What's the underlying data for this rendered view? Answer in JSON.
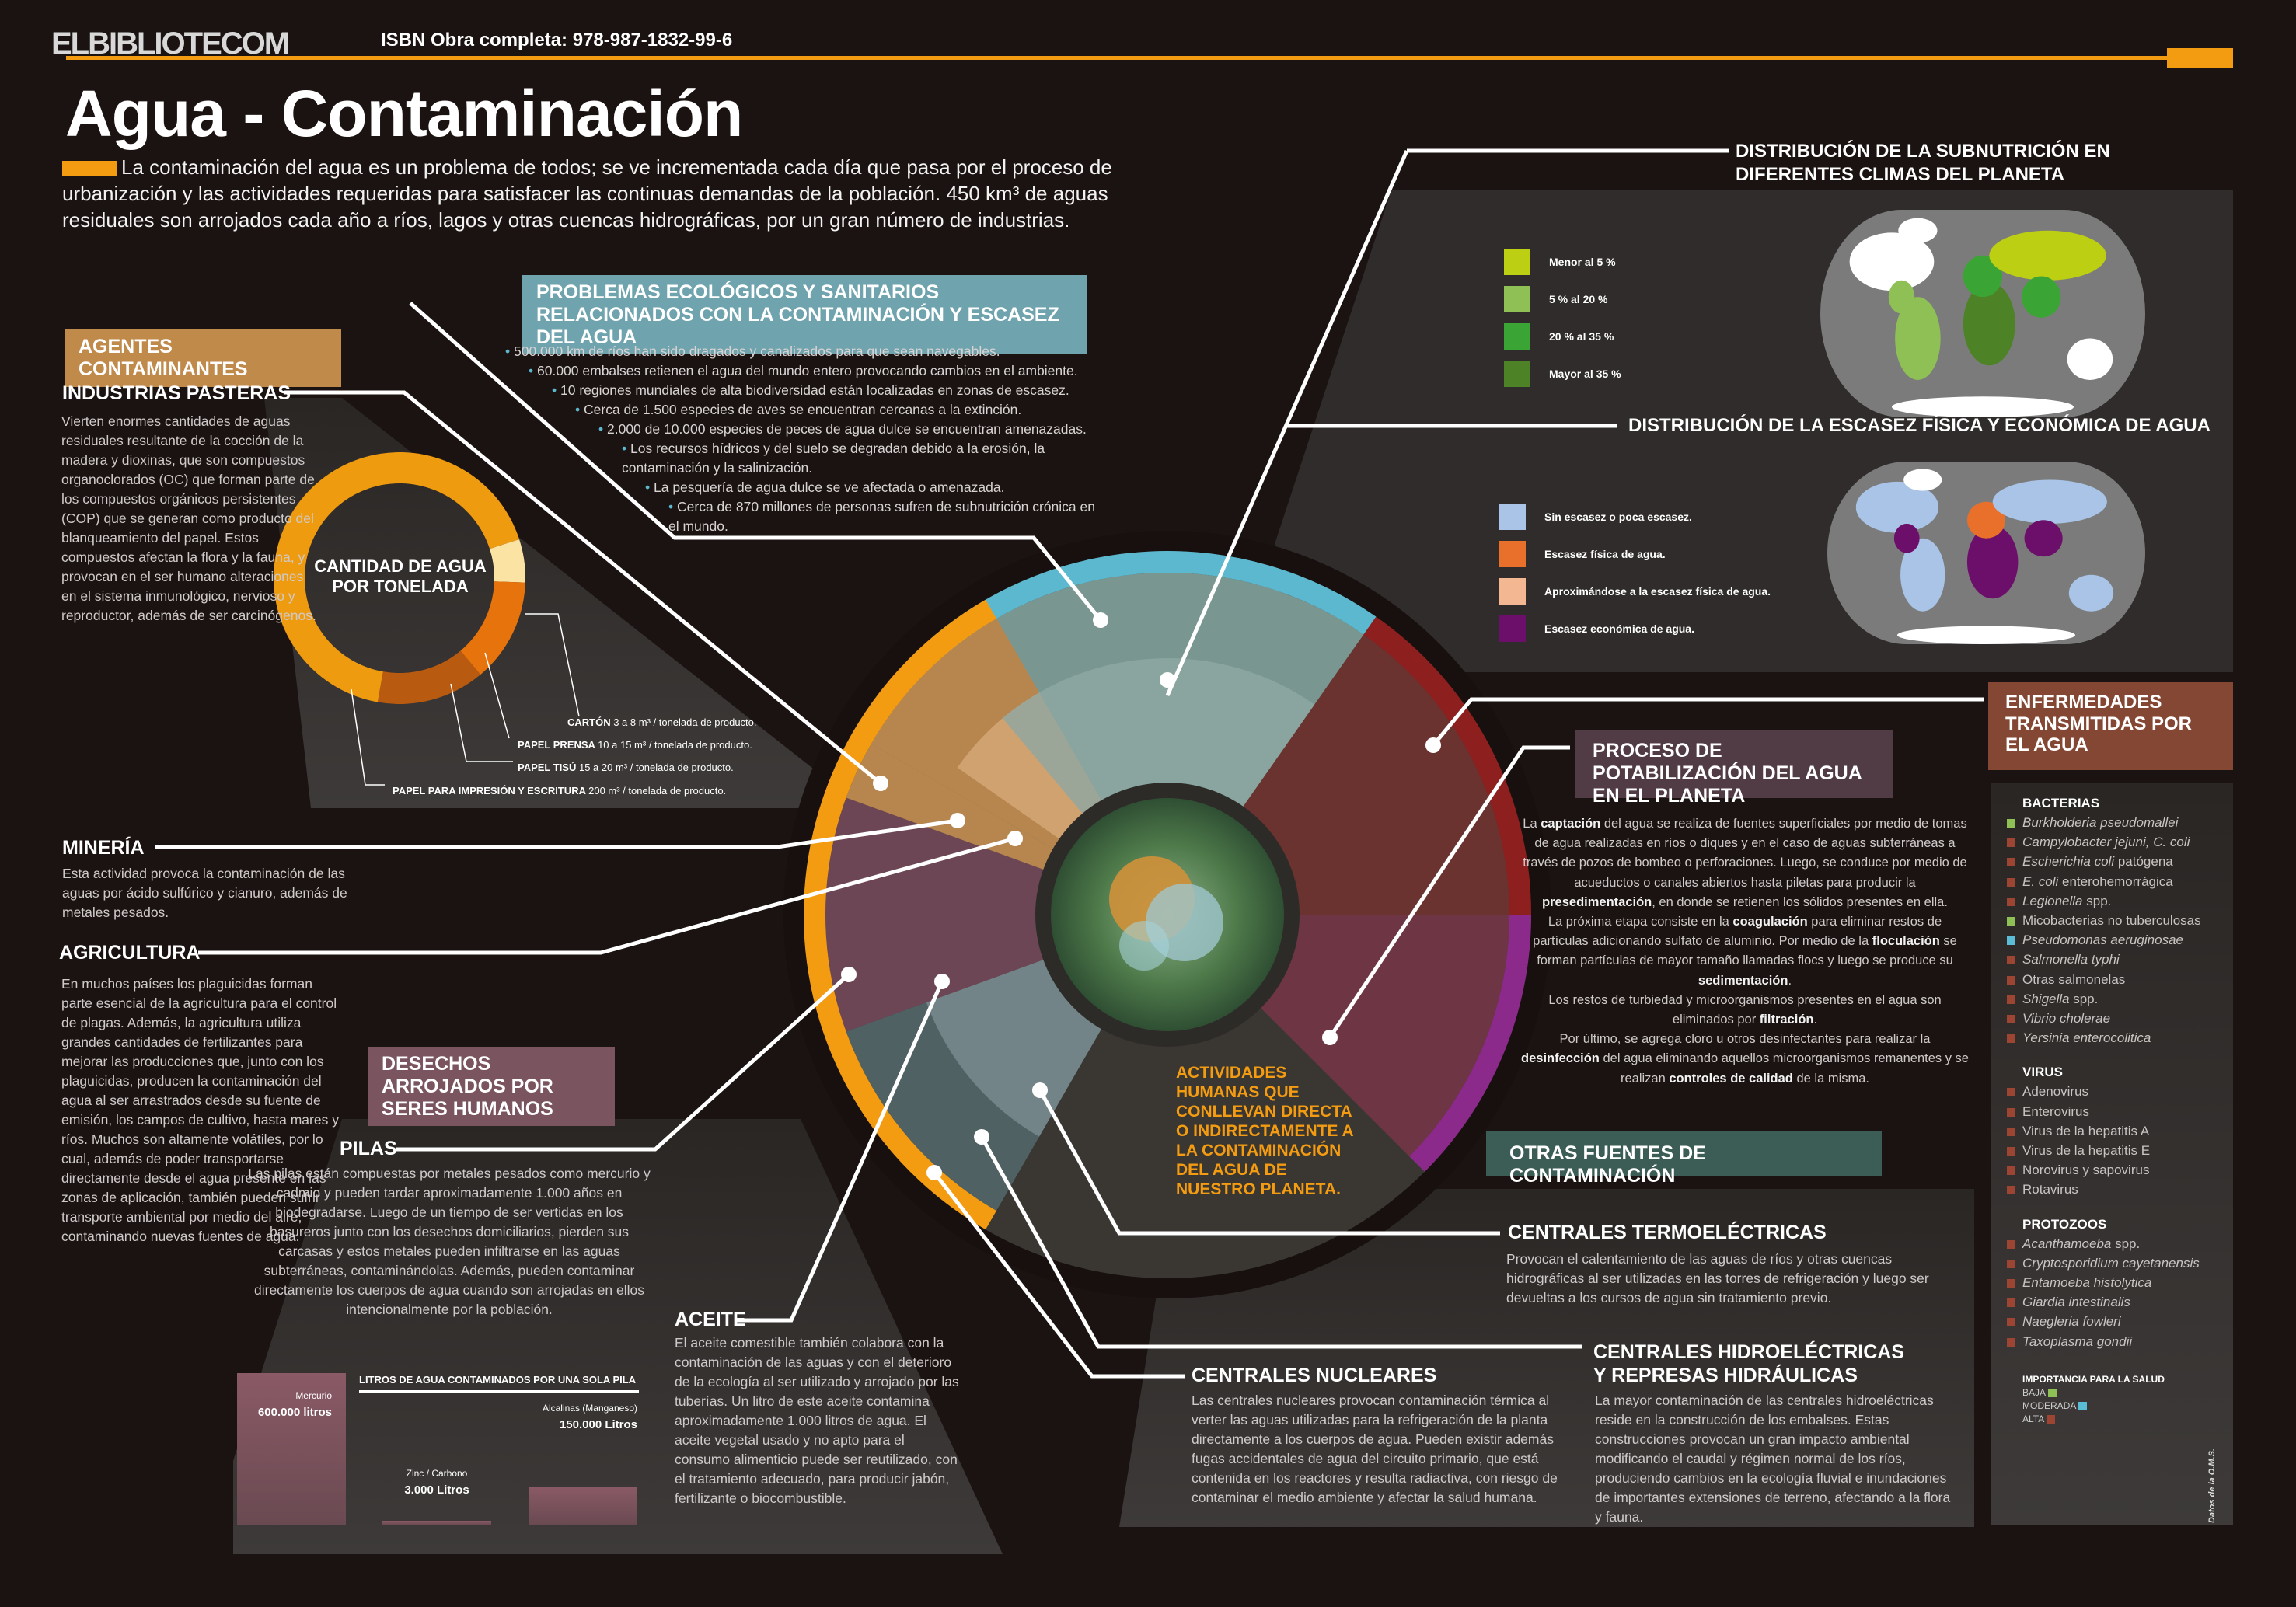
{
  "header": {
    "logo": "ELBIBLIOTECOM",
    "isbn": "ISBN Obra completa: 978-987-1832-99-6",
    "accent": "#f39c12"
  },
  "title": "Agua - Contaminación",
  "intro": "La contaminación del agua es un problema de todos; se ve incrementada cada día que pasa por el proceso de urbanización y las actividades requeridas para satisfacer las continuas demandas de la población. 450 km³ de aguas residuales son arrojados cada año a ríos, lagos y otras cuencas hidrográficas, por un gran número de industrias.",
  "problemas": {
    "title": "PROBLEMAS ECOLÓGICOS Y SANITARIOS RELACIONADOS CON LA CONTAMINACIÓN Y ESCASEZ DEL AGUA",
    "color": "#6fa3ad",
    "items": [
      "500.000 km de ríos han sido dragados y canalizados para que sean navegables.",
      "60.000 embalses retienen el agua del mundo entero provocando cambios en el ambiente.",
      "10 regiones mundiales de alta biodiversidad están localizadas en zonas de escasez.",
      "Cerca de 1.500 especies de aves se encuentran cercanas a la extinción.",
      "2.000 de 10.000 especies de peces de agua dulce se encuentran amenazadas.",
      "Los recursos hídricos y del suelo se degradan debido a la erosión, la contaminación y la salinización.",
      "La pesquería de agua dulce se ve afectada o amenazada.",
      "Cerca de 870 millones de personas sufren de subnutrición crónica en el mundo."
    ]
  },
  "agentes": {
    "title": "AGENTES CONTAMINANTES",
    "color": "#c08a4b"
  },
  "pasteras": {
    "title": "INDUSTRIAS PASTERAS",
    "text": "Vierten enormes cantidades de aguas residuales resultante de la cocción de la madera y dioxinas, que son compuestos organoclorados (OC) que forman parte de los compuestos orgánicos persistentes (COP) que se generan como producto del blanqueamiento del papel. Estos compuestos afectan la flora y la fauna, y provocan en el ser humano alteraciones en el sistema inmunológico, nervioso y reproductor, además de ser carcinógenos.",
    "ring_title": "CANTIDAD DE AGUA POR TONELADA",
    "ring": [
      {
        "name": "CARTÓN",
        "range": "3 a 8 m³ / tonelada de producto.",
        "color": "#fbe3a4"
      },
      {
        "name": "PAPEL PRENSA",
        "range": "10 a 15 m³ / tonelada de producto.",
        "color": "#e6730c"
      },
      {
        "name": "PAPEL TISÚ",
        "range": "15 a 20 m³ / tonelada de producto.",
        "color": "#b85a10"
      },
      {
        "name": "PAPEL PARA IMPRESIÓN Y ESCRITURA",
        "range": "200 m³ / tonelada de producto.",
        "color": "#ef9b0f"
      }
    ]
  },
  "mineria": {
    "title": "MINERÍA",
    "text": "Esta actividad provoca la contaminación de las aguas  por ácido sulfúrico y cianuro, además de metales pesados."
  },
  "agricultura": {
    "title": "AGRICULTURA",
    "text": "En muchos países los plaguicidas forman parte esencial de la agricultura para el control de plagas. Además, la agricultura utiliza grandes cantidades de fertilizantes para mejorar las producciones que, junto con los plaguicidas, producen la contaminación del agua al ser arrastrados desde su fuente de emisión, los campos de cultivo, hasta mares y ríos. Muchos son altamente volátiles, por lo cual, además de poder transportarse directamente desde el agua presente en las zonas de aplicación, también pueden sufrir transporte ambiental por medio del aire, contaminando nuevas fuentes de agua."
  },
  "desechos": {
    "title": "DESECHOS ARROJADOS POR SERES HUMANOS",
    "color": "#7a5560"
  },
  "pilas": {
    "title": "PILAS",
    "text": "Las pilas están compuestas por metales pesados como mercurio y cadmio y pueden tardar aproximadamente 1.000 años en biodegradarse. Luego de un tiempo de ser vertidas en los basureros junto con los desechos domiciliarios, pierden sus carcasas y estos metales pueden infiltrarse en las aguas subterráneas, contaminándolas. Además, pueden contaminar directamente  los cuerpos de agua cuando son arrojadas en ellos intencionalmente por la población."
  },
  "chart_data": {
    "type": "bar",
    "title": "LITROS DE AGUA CONTAMINADOS POR UNA SOLA PILA",
    "categories": [
      "Mercurio",
      "Zinc / Carbono",
      "Alcalinas (Manganeso)"
    ],
    "values": [
      600000,
      3000,
      150000
    ],
    "labels": [
      "600.000 litros",
      "3.000 Litros",
      "150.000 Litros"
    ],
    "color": "#8a5a66"
  },
  "aceite": {
    "title": "ACEITE",
    "text": "El aceite comestible también colabora con la contaminación de las aguas y con el deterioro de la ecología al ser utilizado y arrojado por las tuberías. Un litro de este aceite contamina aproximadamente 1.000 litros de agua. El aceite vegetal usado y no apto para el consumo alimenticio puede ser reutilizado, con el tratamiento adecuado, para producir jabón, fertilizante o biocombustible."
  },
  "centro": "ACTIVIDADES HUMANAS QUE CONLLEVAN DIRECTA O INDIRECTAMENTE A LA CONTAMINACIÓN DEL AGUA DE NUESTRO PLANETA.",
  "subnutricion": {
    "title": "DISTRIBUCIÓN DE LA SUBNUTRICIÓN EN DIFERENTES CLIMAS DEL PLANETA",
    "legend": [
      {
        "label": "Menor al 5 %",
        "color": "#bccf12"
      },
      {
        "label": "5 % al 20 %",
        "color": "#8fc055"
      },
      {
        "label": "20 % al 35 %",
        "color": "#3aa535"
      },
      {
        "label": "Mayor al 35 %",
        "color": "#4e8226"
      }
    ]
  },
  "escasez": {
    "title": "DISTRIBUCIÓN DE LA ESCASEZ FÍSICA Y ECONÓMICA DE AGUA",
    "legend": [
      {
        "label": "Sin escasez o poca escasez.",
        "color": "#a9c4e6"
      },
      {
        "label": "Escasez física de agua.",
        "color": "#e8702a"
      },
      {
        "label": "Aproximándose a la escasez física de agua.",
        "color": "#f3b792"
      },
      {
        "label": "Escasez económica de agua.",
        "color": "#6b0f6b"
      }
    ]
  },
  "enfermedades": {
    "title": "ENFERMEDADES TRANSMITIDAS POR EL AGUA",
    "color": "#844733",
    "groups": [
      {
        "name": "BACTERIAS",
        "items": [
          {
            "t": [
              [
                "Burkholderia pseudomallei",
                1
              ]
            ],
            "lvl": "baja"
          },
          {
            "t": [
              [
                "Campylobacter jejuni, C. coli",
                1
              ]
            ],
            "lvl": "alta"
          },
          {
            "t": [
              [
                "Escherichia coli",
                1
              ],
              [
                " patógena",
                0
              ]
            ],
            "lvl": "alta"
          },
          {
            "t": [
              [
                "E. coli",
                1
              ],
              [
                " enterohemorrágica",
                0
              ]
            ],
            "lvl": "alta"
          },
          {
            "t": [
              [
                "Legionella",
                1
              ],
              [
                " spp.",
                0
              ]
            ],
            "lvl": "alta"
          },
          {
            "t": [
              [
                "Micobacterias no tuberculosas",
                0
              ]
            ],
            "lvl": "baja"
          },
          {
            "t": [
              [
                "Pseudomonas aeruginosae",
                1
              ]
            ],
            "lvl": "moderada"
          },
          {
            "t": [
              [
                "Salmonella typhi",
                1
              ]
            ],
            "lvl": "alta"
          },
          {
            "t": [
              [
                "Otras salmonelas",
                0
              ]
            ],
            "lvl": "alta"
          },
          {
            "t": [
              [
                "Shigella",
                1
              ],
              [
                " spp.",
                0
              ]
            ],
            "lvl": "alta"
          },
          {
            "t": [
              [
                "Vibrio cholerae",
                1
              ]
            ],
            "lvl": "alta"
          },
          {
            "t": [
              [
                "Yersinia enterocolitica",
                1
              ]
            ],
            "lvl": "alta"
          }
        ]
      },
      {
        "name": "VIRUS",
        "items": [
          {
            "t": [
              [
                "Adenovirus",
                0
              ]
            ],
            "lvl": "alta"
          },
          {
            "t": [
              [
                "Enterovirus",
                0
              ]
            ],
            "lvl": "alta"
          },
          {
            "t": [
              [
                "Virus de la hepatitis A",
                0
              ]
            ],
            "lvl": "alta"
          },
          {
            "t": [
              [
                "Virus de la hepatitis E",
                0
              ]
            ],
            "lvl": "alta"
          },
          {
            "t": [
              [
                "Norovirus y sapovirus",
                0
              ]
            ],
            "lvl": "alta"
          },
          {
            "t": [
              [
                "Rotavirus",
                0
              ]
            ],
            "lvl": "alta"
          }
        ]
      },
      {
        "name": "PROTOZOOS",
        "items": [
          {
            "t": [
              [
                "Acanthamoeba",
                1
              ],
              [
                " spp.",
                0
              ]
            ],
            "lvl": "alta"
          },
          {
            "t": [
              [
                "Cryptosporidium cayetanensis",
                1
              ]
            ],
            "lvl": "alta"
          },
          {
            "t": [
              [
                "Entamoeba histolytica",
                1
              ]
            ],
            "lvl": "alta"
          },
          {
            "t": [
              [
                "Giardia intestinalis",
                1
              ]
            ],
            "lvl": "alta"
          },
          {
            "t": [
              [
                "Naegleria fowleri",
                1
              ]
            ],
            "lvl": "alta"
          },
          {
            "t": [
              [
                "Taxoplasma gondii",
                1
              ]
            ],
            "lvl": "alta"
          }
        ]
      }
    ],
    "importance": {
      "title": "IMPORTANCIA PARA LA SALUD",
      "levels": [
        {
          "key": "baja",
          "label": "BAJA",
          "color": "#8fc055"
        },
        {
          "key": "moderada",
          "label": "MODERADA",
          "color": "#5bbcd6"
        },
        {
          "key": "alta",
          "label": "ALTA",
          "color": "#9c4532"
        }
      ]
    },
    "source": "Datos de la O.M.S."
  },
  "proceso": {
    "title": "PROCESO DE POTABILIZACIÓN DEL AGUA EN EL PLANETA",
    "color": "#513c45",
    "paragraphs": [
      [
        [
          "La ",
          0
        ],
        [
          "captación",
          1
        ],
        [
          " del agua se realiza de fuentes superficiales por medio de tomas de agua realizadas en ríos o diques y en el caso de aguas subterráneas a través de pozos de bombeo o perforaciones. Luego, se conduce por medio de acueductos o canales abiertos hasta piletas para producir la ",
          0
        ],
        [
          "presedimentación",
          1
        ],
        [
          ", en donde se retienen los sólidos presentes en ella.",
          0
        ]
      ],
      [
        [
          "La próxima etapa consiste en la ",
          0
        ],
        [
          "coagulación",
          1
        ],
        [
          " para eliminar restos de partículas adicionando sulfato de aluminio. Por medio de la ",
          0
        ],
        [
          "floculación",
          1
        ],
        [
          " se forman partículas de mayor tamaño llamadas flocs y luego se produce su ",
          0
        ],
        [
          "sedimentación",
          1
        ],
        [
          ".",
          0
        ]
      ],
      [
        [
          "Los restos de turbiedad y microorganismos presentes en el agua son eliminados por ",
          0
        ],
        [
          "filtración",
          1
        ],
        [
          ".",
          0
        ]
      ],
      [
        [
          "Por último, se agrega cloro u otros desinfectantes para realizar la ",
          0
        ],
        [
          "desinfección",
          1
        ],
        [
          " del agua eliminando aquellos microorganismos remanentes y se realizan ",
          0
        ],
        [
          "controles de calidad",
          1
        ],
        [
          " de la misma.",
          0
        ]
      ]
    ]
  },
  "otras": {
    "title": "OTRAS FUENTES DE CONTAMINACIÓN",
    "color": "#3b5d56"
  },
  "termo": {
    "title": "CENTRALES TERMOELÉCTRICAS",
    "text": "Provocan el calentamiento de las aguas de ríos y otras cuencas hidrográficas al ser utilizadas en las torres de refrigeración y luego ser devueltas a los cursos de agua sin tratamiento previo."
  },
  "nucleares": {
    "title": "CENTRALES NUCLEARES",
    "text": "Las centrales nucleares provocan contaminación térmica al verter las aguas utilizadas para la refrigeración de la planta directamente a los cuerpos de agua. Pueden  existir además fugas accidentales de agua del circuito primario, que está contenida en los reactores y resulta radiactiva, con riesgo de contaminar el medio ambiente y afectar la salud humana."
  },
  "hidro": {
    "title": "CENTRALES HIDROELÉCTRICAS Y REPRESAS HIDRÁULICAS",
    "text": "La mayor contaminación  de las centrales hidroeléctricas reside en la construcción de los embalses. Estas construcciones provocan un gran impacto ambiental modificando el caudal y régimen normal de los ríos, produciendo cambios en la ecología fluvial e inundaciones de importantes extensiones de terreno, afectando a la flora y fauna."
  }
}
